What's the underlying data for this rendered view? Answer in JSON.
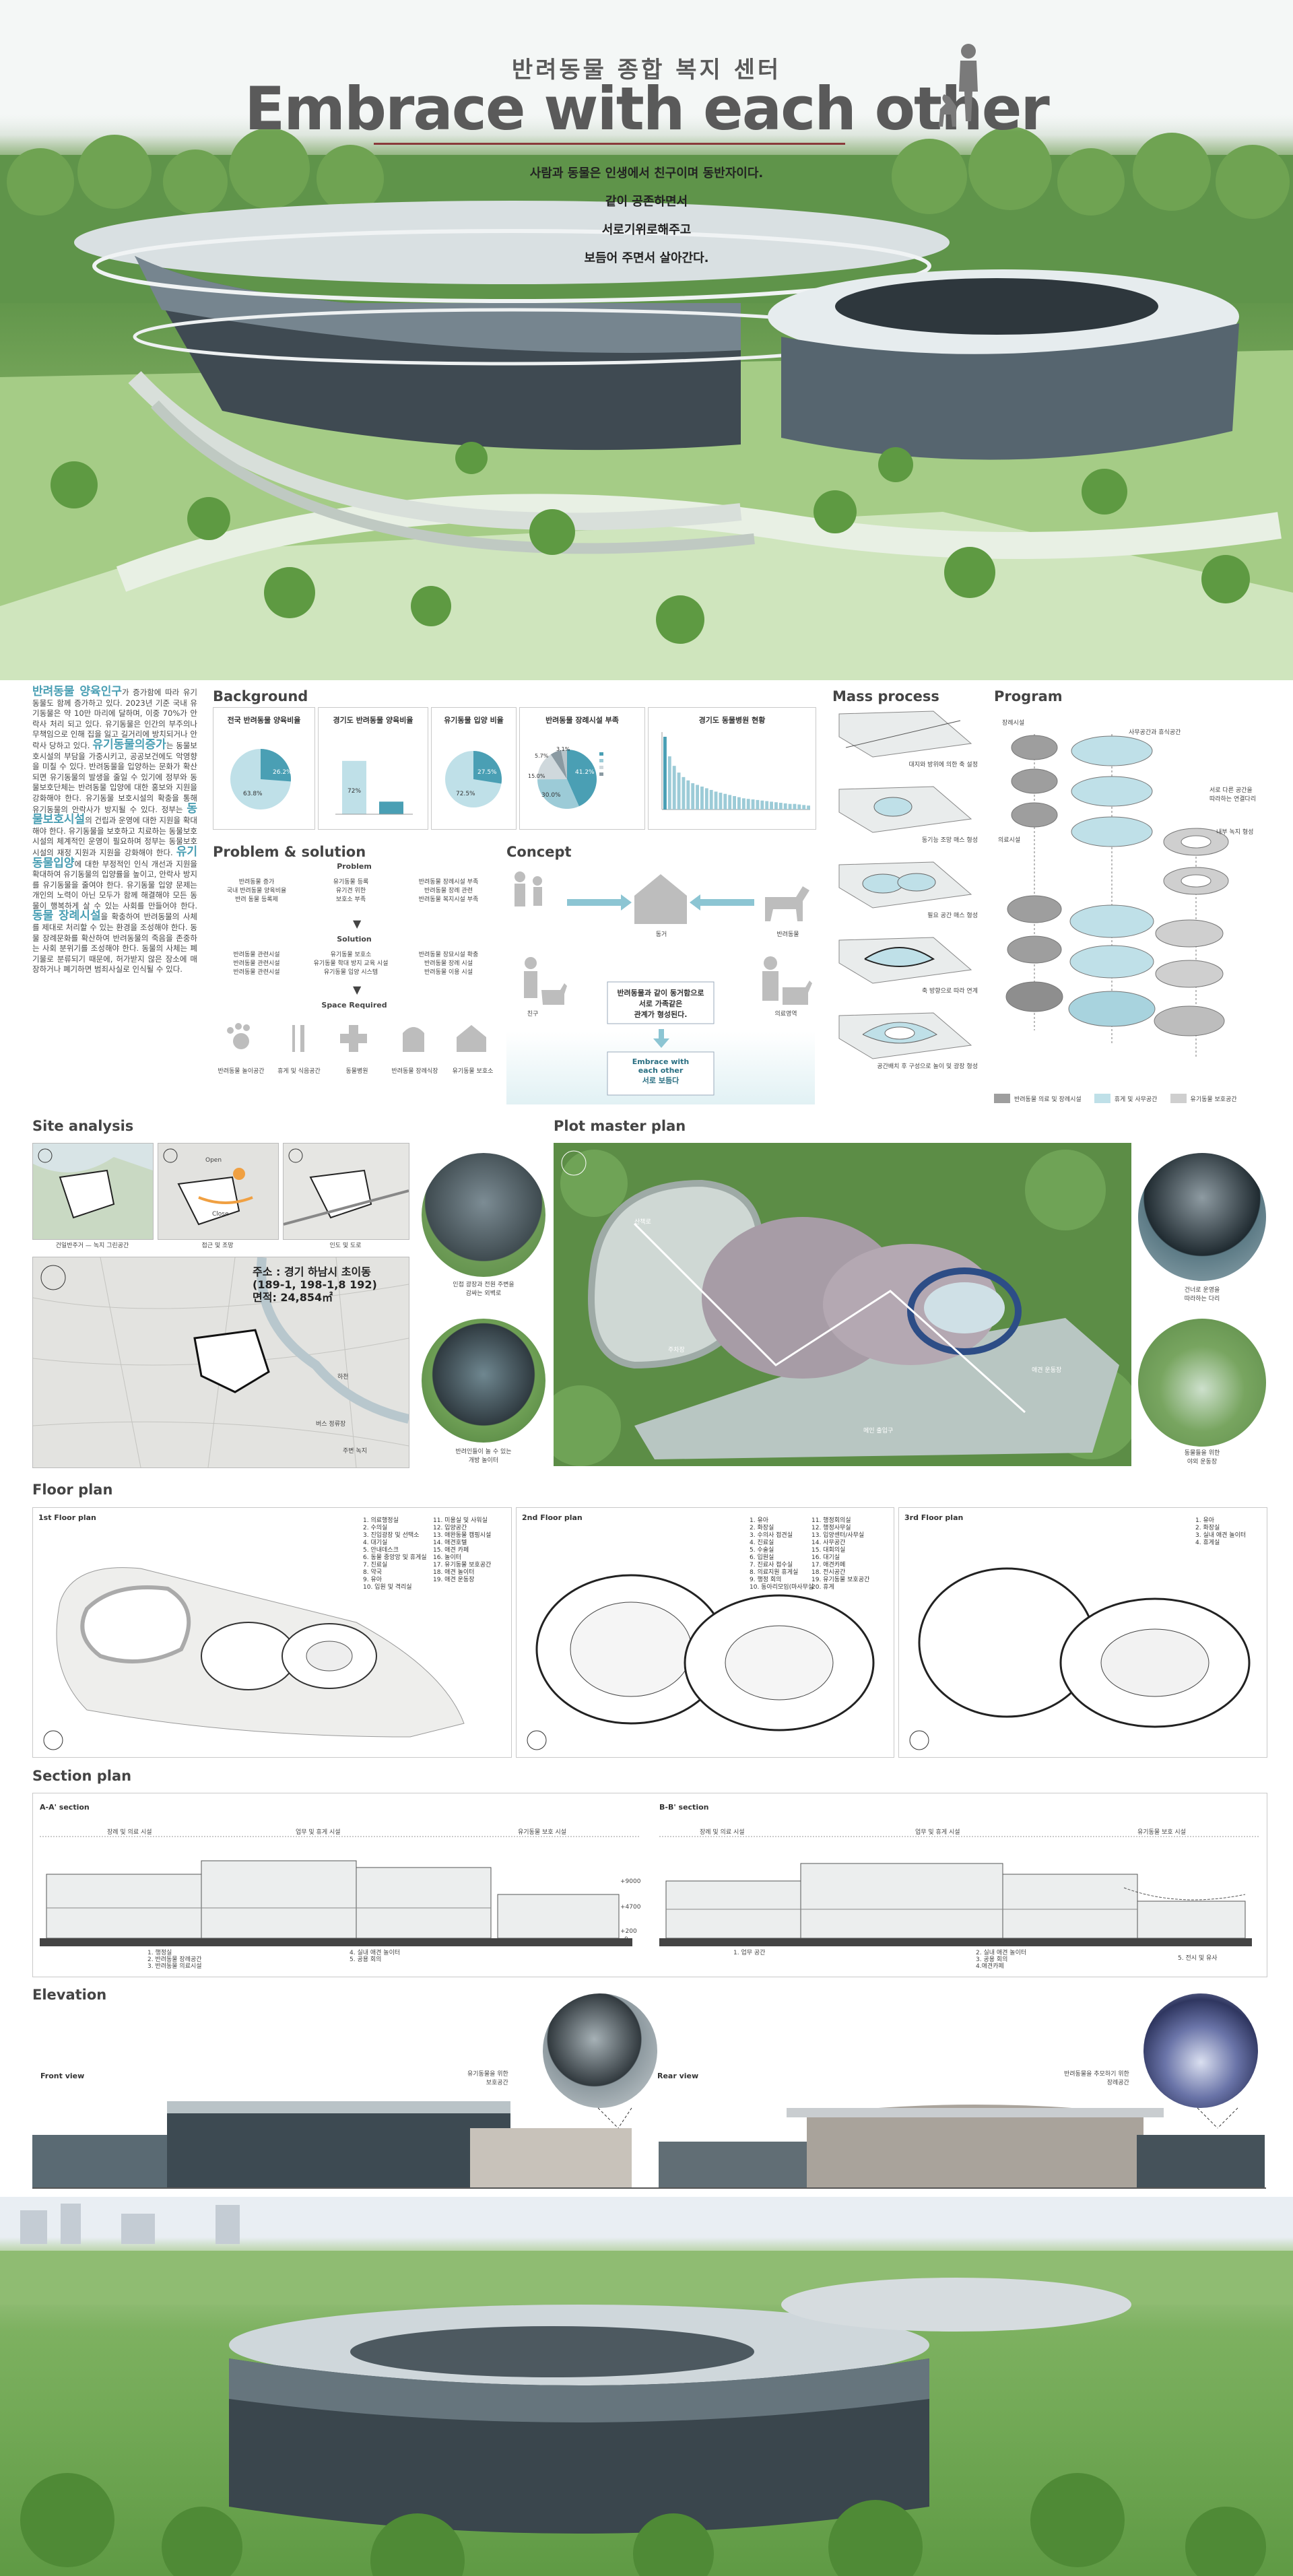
{
  "header": {
    "title_kr": "반려동물 종합 복지 센터",
    "title_en": "Embrace with each other",
    "subtitle_lines": [
      "사람과 동물은 인생에서 친구이며 동반자이다.",
      "같이 공존하면서",
      "서로기위로해주고",
      "보듬어 주면서 살아간다."
    ]
  },
  "intro": {
    "p1_highlight": "반려동물 양육인구",
    "p1": "가 증가함에 따라 유기동물도 함께 증가하고 있다. 2023년 기준 국내 유기동물은 약 10만 마리에 달하며, 이중 70%가 안락사 처리 되고 있다. 유기동물은 인간의 부주의나 무책임으로 인해 집을 잃고 길거리에 방치되거나 안락사 당하고 있다.",
    "p2_highlight": "유기동물의증가",
    "p2": "는 동물보호시설의 부담을 가중시키고, 공공보건에도 악영향을 미칠 수 있다. 반려동물을 입양하는 문화가 확산되면 유기동물의 발생을 줄일 수 있기에 정부와 동물보호단체는 반려동물 입양에 대한 홍보와 지원을 강화해야 한다. 유기동물 보호시설의 확충을 통해 유기동물의 안락사가 방지될 수 있다. 정부는",
    "p3_highlight": "동물보호시설",
    "p3": "의 건립과 운영에 대한 지원을 확대해야 한다. 유기동물을 보호하고 치료하는 동물보호시설의 체계적인 운영이 필요하며 정부는 동물보호시설의 재정 지원과 지원을 강화해야 한다.",
    "p4_highlight": "유기동물입양",
    "p4": "에 대한 부정적인 인식 개선과 지원을 확대하여 유기동물의 입양률을 높이고, 안락사 방지를 유기동물을 줄여야 한다. 유기동물 입양 문제는 개인의 노력이 아닌 모두가 함께 해결해야 모든 동물이 행복하게 살 수 있는 사회를 만들어야 한다.",
    "p5_highlight": "동물 장례시설",
    "p5": "을 확충하여 반려동물의 사체를 제대로 처리할 수 있는 환경을 조성해야 한다. 동물 장례문화를 확산하여 반려동물의 죽음을 존중하는 사회 분위기를 조성해야 한다. 동물의 사체는 폐기물로 분류되기 때문에, 허가받지 않은 장소에 매장하거나 폐기하면 범죄사실로 인식될 수 있다."
  },
  "background": {
    "title": "Background",
    "charts": [
      {
        "caption": "전국 반려동물 양육비율",
        "slices": [
          {
            "label": "26.2%",
            "value": 26.2
          },
          {
            "label": "63.8%",
            "value": 73.8
          }
        ]
      },
      {
        "caption": "경기도 반려동물 양육비율",
        "bars": [
          {
            "label": "72%",
            "value": 72
          },
          {
            "label": "17%",
            "value": 17
          }
        ]
      },
      {
        "caption": "유기동물 입양 비율",
        "slices": [
          {
            "label": "27.5%",
            "value": 27.5
          },
          {
            "label": "72.5%",
            "value": 72.5
          }
        ]
      },
      {
        "caption": "반려동물 장례시설 부족",
        "slices": [
          {
            "label": "41.2%",
            "value": 41.2
          },
          {
            "label": "30.0%",
            "value": 30
          },
          {
            "label": "15.0%",
            "value": 15
          },
          {
            "label": "5.7%",
            "value": 5.7
          },
          {
            "label": "3.1%",
            "value": 3.1
          }
        ]
      },
      {
        "caption": "경기도 동물병원 현황",
        "values": [
          130,
          95,
          78,
          66,
          58,
          52,
          47,
          44,
          41,
          38,
          35,
          32,
          30,
          28,
          26,
          24,
          22,
          20,
          19,
          18,
          17,
          16,
          15,
          14,
          13,
          12,
          11,
          10,
          10,
          9,
          8,
          7
        ]
      }
    ]
  },
  "problem": {
    "title": "Problem & solution",
    "problem_label": "Problem",
    "problem_items": [
      "반려동물 증가\n국내 반려동물 양육비율\n반려 동물 등록제",
      "유기동물 등록\n유기견 위한\n보호소 부족",
      "반려동물 장례시설 부족\n반려동물 장례 관련\n반려동물 복지시설 부족"
    ],
    "solution_label": "Solution",
    "solution_items": [
      "반려동물 관련시설\n반려동물 관련시설\n반려동물 관련시설",
      "유기동물 보호소\n유기동물 학대 방지 교육 시설\n유기동물 입양 시스템",
      "반려동물 장묘시설 확충\n반려동물 장례 시설\n반려동물 이용 시설"
    ],
    "space_label": "Space Required",
    "spaces": [
      "반려동물 놀이공간",
      "휴게 및 식음공간",
      "동물병원",
      "반려동물 장례식장",
      "유기동물 보호소"
    ]
  },
  "concept": {
    "title": "Concept",
    "labels": [
      "동거",
      "반려동물",
      "친구",
      "의료영역"
    ],
    "statement": "반려동물과 같이 동거함으로\n서로 가족같은\n관계가 형성된다.",
    "result": "Embrace with\neach other\n서로 보듬다"
  },
  "mass": {
    "title": "Mass process",
    "steps": [
      "대지와 방위에 의한 축 설정",
      "동기능 조망 매스 형성",
      "필요 공간 매스 형성",
      "축 방향으로 따라 연계",
      "공간배치 후 구성으로 놀이 및 광장 형성"
    ]
  },
  "program": {
    "title": "Program",
    "labels": [
      "장례시설",
      "의료시설",
      "사무공간과 휴식공간",
      "서로 다른 공간을\n따라하는 연결다리",
      "내부 녹지 형성"
    ],
    "legend": [
      "반려동물 의료 및 장례시설",
      "휴게 및 사무공간",
      "유기동물 보호공간"
    ]
  },
  "site": {
    "title": "Site analysis",
    "captions": [
      "건일반주거 — 녹지 그린공간",
      "접근 및 조망",
      "인도 및 도로",
      "인접 광장과 전원 주변을\n감싸는 외벽로",
      "반려인들이 놀 수 있는\n개방 놀이터"
    ],
    "map_labels": [
      "Open",
      "Close"
    ],
    "address": "주소 : 경기 하남시 초이동\n(189-1, 198-1,8 192)\n면적: 24,854㎡",
    "place_labels": [
      "하천",
      "버스 정류장",
      "주변 녹지"
    ]
  },
  "plot": {
    "title": "Plot master plan",
    "labels": [
      "메인 출입구",
      "주차장",
      "산책로",
      "애견 운동장"
    ],
    "captions": [
      "건너로 운영을\n따라하는 다리",
      "동물들을 위한\n야외 운동장"
    ]
  },
  "floor": {
    "title": "Floor plan",
    "plans": [
      {
        "name": "1st Floor plan",
        "list_a": "1. 의료행정실\n2. 수의실\n3. 진입광장 및 선택소\n4. 대기실\n5. 안내데스크\n6. 동물 중앙앙 및 휴게실\n7. 진료실\n8. 약국\n9. 유아\n10. 입원 및 격리실",
        "list_b": "11. 미용실 및 사워실\n12. 입양공간\n13. 애완동물 캠핑시설\n14. 애견호텔\n15. 애견 카페\n16. 놀이터\n17. 유기동물 보호공간\n18. 애견 놀이터\n19. 애견 운동장"
      },
      {
        "name": "2nd Floor plan",
        "list_a": "1. 유아\n2. 화장실\n3. 수의사 접견실\n4. 진료실\n5. 수술실\n6. 입원실\n7. 진료사 접수실\n8. 의료지원 휴게실\n9. 행정 회의\n10. 동아리모임(마사무실",
        "list_b": "11. 행정회의실\n12. 행정사무실\n13. 입양센터/사무실\n14. 사무공간\n15. 대회의실\n16. 대기실\n17. 애견카페\n18. 전시공간\n19. 유기동물 보호공간\n20. 휴게"
      },
      {
        "name": "3rd Floor plan",
        "list_a": "1. 유아\n2. 화장실\n3. 실내 애견 놀이터\n4. 휴게실",
        "list_b": ""
      }
    ]
  },
  "section": {
    "title": "Section plan",
    "aa": {
      "name": "A-A' section",
      "zones": [
        "장례 및 의료 시설",
        "업무 및 휴게 시설",
        "유기동물 보호 시설"
      ],
      "notes": [
        "1. 행정실\n2. 반려동물 장례공간\n3. 반려동물 의료시설",
        "4. 실내 애견 놀이터\n5. 공용 회의"
      ]
    },
    "bb": {
      "name": "B-B' section",
      "zones": [
        "장례 및 의료 시설",
        "업무 및 휴게 시설",
        "유기동물 보호 시설"
      ],
      "notes": [
        "1. 업무 공간",
        "2. 실내 애견 놀이터\n3. 공용 회의\n4.애견카페",
        "5. 전시 및 유사"
      ]
    },
    "levels": [
      "+9000",
      "+4700",
      "+200",
      "0"
    ]
  },
  "elevation": {
    "title": "Elevation",
    "front": "Front view",
    "rear": "Rear view",
    "front_note": "유기동물을 위한\n보호공간",
    "rear_note": "반려동물을 추모하기 위한\n장례공간"
  },
  "colors": {
    "accent": "#4a9fb4",
    "pie_light": "#bfe0e8",
    "pie_dark": "#4a9fb4",
    "title_rule": "#8a3a3a"
  }
}
